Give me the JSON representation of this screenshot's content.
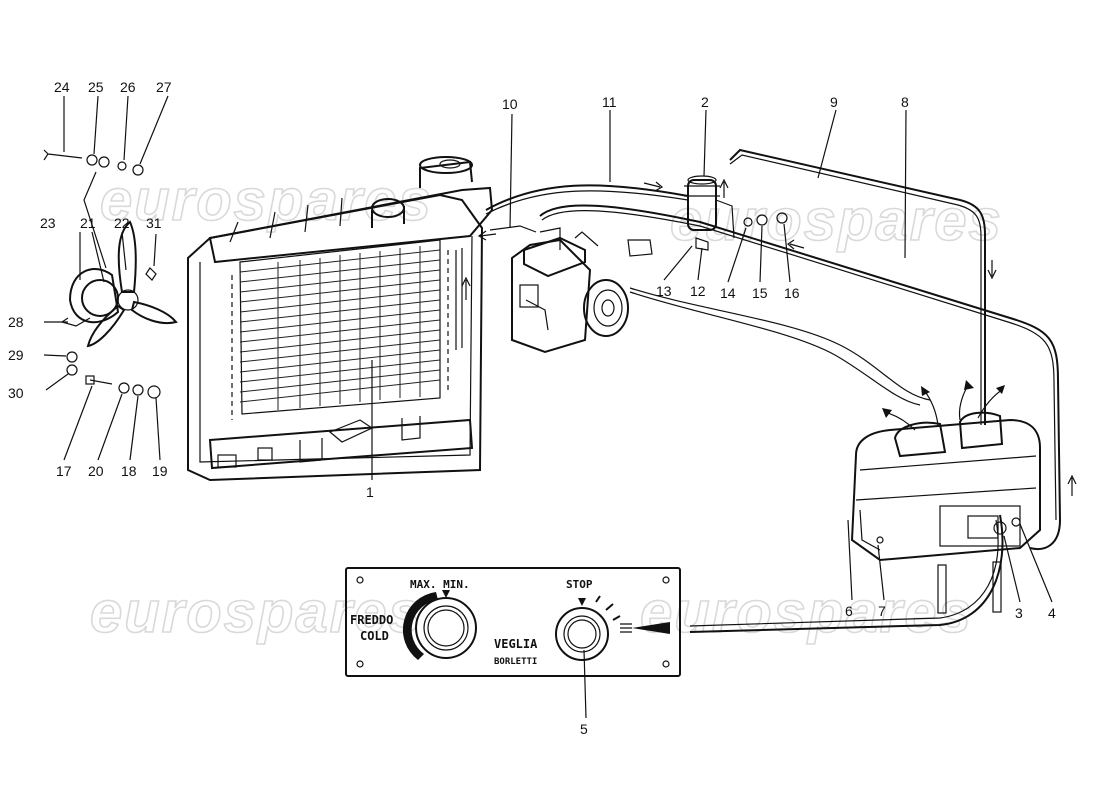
{
  "watermark": {
    "text": "eurospares"
  },
  "parts": [
    {
      "num": "1"
    },
    {
      "num": "2"
    },
    {
      "num": "3"
    },
    {
      "num": "4"
    },
    {
      "num": "5"
    },
    {
      "num": "6"
    },
    {
      "num": "7"
    },
    {
      "num": "8"
    },
    {
      "num": "9"
    },
    {
      "num": "10"
    },
    {
      "num": "11"
    },
    {
      "num": "12"
    },
    {
      "num": "13"
    },
    {
      "num": "14"
    },
    {
      "num": "15"
    },
    {
      "num": "16"
    },
    {
      "num": "17"
    },
    {
      "num": "18"
    },
    {
      "num": "19"
    },
    {
      "num": "20"
    },
    {
      "num": "21"
    },
    {
      "num": "22"
    },
    {
      "num": "23"
    },
    {
      "num": "24"
    },
    {
      "num": "25"
    },
    {
      "num": "26"
    },
    {
      "num": "27"
    },
    {
      "num": "28"
    },
    {
      "num": "29"
    },
    {
      "num": "30"
    },
    {
      "num": "31"
    }
  ],
  "panel": {
    "freddo": "FREDDO",
    "cold": "COLD",
    "max_min": "MAX. MIN.",
    "stop": "STOP",
    "veglia": "VEGLIA",
    "borletti": "BORLETTI"
  }
}
